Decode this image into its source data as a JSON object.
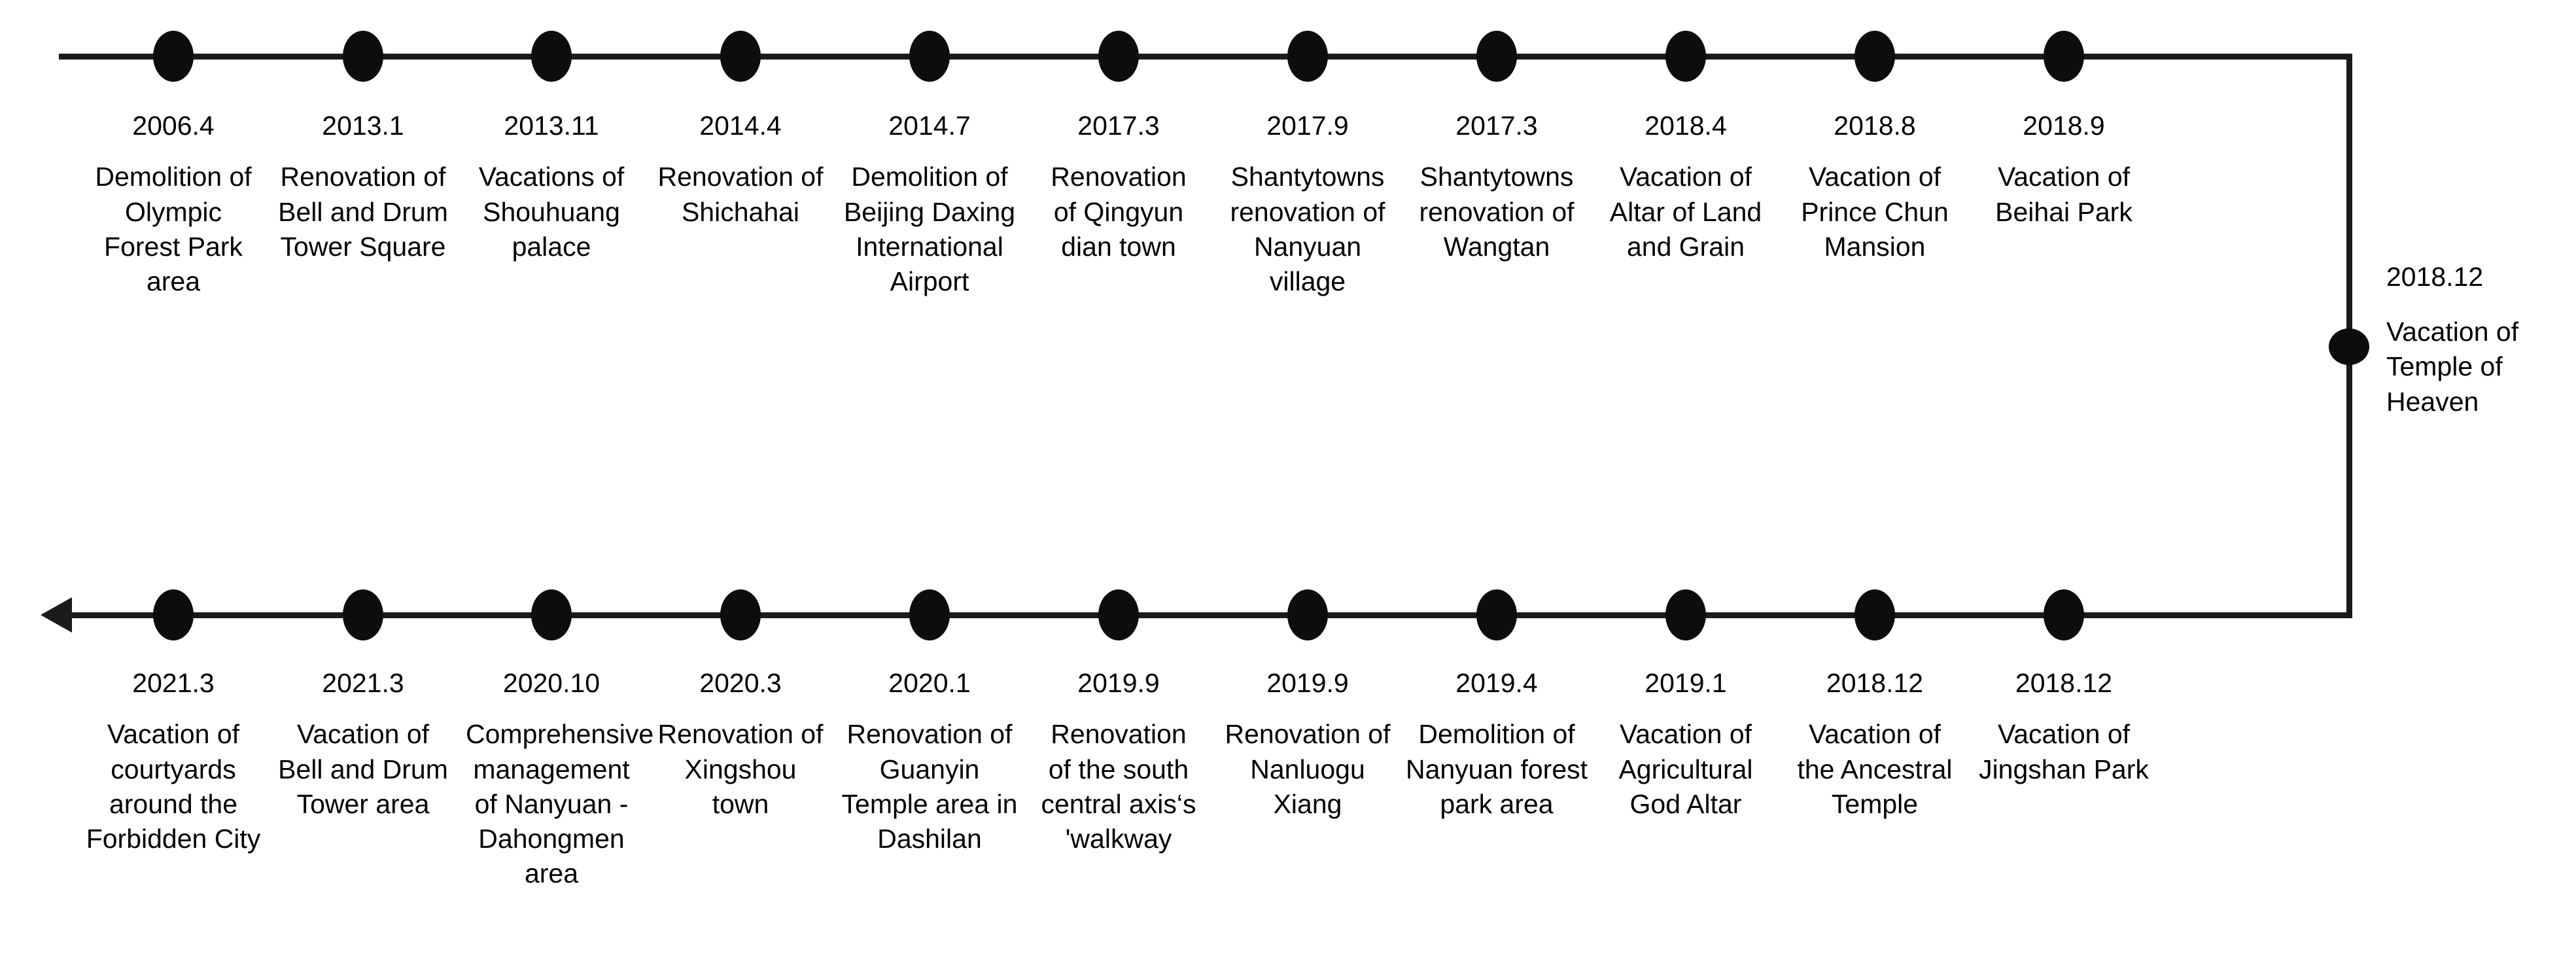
{
  "diagram": {
    "type": "timeline",
    "orientation": "serpentine-two-row",
    "direction_top": "left-to-right",
    "direction_bottom": "right-to-left",
    "arrow": "left-arrow-bottom-row",
    "line_color": "#1a1a1a",
    "dot_color": "#0d0d0d",
    "background": "#ffffff"
  },
  "top_row": [
    {
      "date": "2006.4",
      "desc": "Demolition of Olympic Forest Park area"
    },
    {
      "date": "2013.1",
      "desc": "Renovation of Bell and Drum Tower Square"
    },
    {
      "date": "2013.11",
      "desc": "Vacations of Shouhuang palace"
    },
    {
      "date": "2014.4",
      "desc": "Renovation of Shichahai"
    },
    {
      "date": "2014.7",
      "desc": "Demolition of Beijing Daxing International Airport"
    },
    {
      "date": "2017.3",
      "desc": "Renovation of Qingyun dian town"
    },
    {
      "date": "2017.9",
      "desc": "Shantytowns renovation of Nanyuan village"
    },
    {
      "date": "2017.3",
      "desc": "Shantytowns renovation of Wangtan"
    },
    {
      "date": "2018.4",
      "desc": "Vacation of Altar of Land and Grain"
    },
    {
      "date": "2018.8",
      "desc": "Vacation of Prince Chun Mansion"
    },
    {
      "date": "2018.9",
      "desc": "Vacation of Beihai Park"
    }
  ],
  "side_node": {
    "date": "2018.12",
    "desc": "Vacation of Temple of Heaven"
  },
  "bottom_row": [
    {
      "date": "2021.3",
      "desc": "Vacation of courtyards around the Forbidden City"
    },
    {
      "date": "2021.3",
      "desc": "Vacation of Bell and Drum Tower area"
    },
    {
      "date": "2020.10",
      "desc": "Comprehensive management of Nanyuan - Dahongmen area"
    },
    {
      "date": "2020.3",
      "desc": "Renovation of Xingshou town"
    },
    {
      "date": "2020.1",
      "desc": "Renovation of Guanyin Temple area in Dashilan"
    },
    {
      "date": "2019.9",
      "desc": "Renovation of the south central axis‘s 'walkway"
    },
    {
      "date": "2019.9",
      "desc": "Renovation of Nanluogu Xiang"
    },
    {
      "date": "2019.4",
      "desc": "Demolition of Nanyuan forest park area"
    },
    {
      "date": "2019.1",
      "desc": "Vacation of Agricultural God Altar"
    },
    {
      "date": "2018.12",
      "desc": "Vacation of the Ancestral Temple"
    },
    {
      "date": "2018.12",
      "desc": "Vacation of Jingshan Park"
    }
  ]
}
